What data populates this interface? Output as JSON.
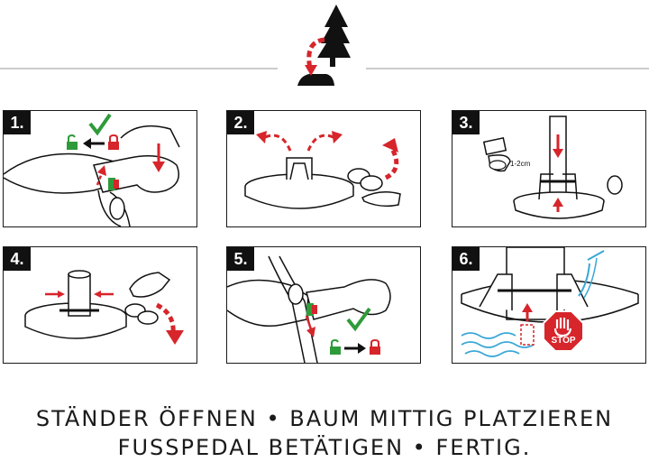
{
  "header": {
    "icon": "tree-stand-logo-icon"
  },
  "steps": [
    {
      "number": "1.",
      "lock_icons": [
        "unlocked-icon",
        "locked-icon"
      ]
    },
    {
      "number": "2."
    },
    {
      "number": "3.",
      "measure_label": "1-2cm"
    },
    {
      "number": "4."
    },
    {
      "number": "5.",
      "lock_icons": [
        "unlocked-icon",
        "locked-icon"
      ]
    },
    {
      "number": "6.",
      "stop_label": "STOP"
    }
  ],
  "caption": {
    "line1": "STÄNDER ÖFFNEN • BAUM MITTIG PLATZIEREN",
    "line2": "FUSSPEDAL BETÄTIGEN • FERTIG."
  },
  "colors": {
    "accent": "#d6252b",
    "ok": "#2e9b3a",
    "water": "#3aa7d8",
    "ink": "#111111"
  }
}
